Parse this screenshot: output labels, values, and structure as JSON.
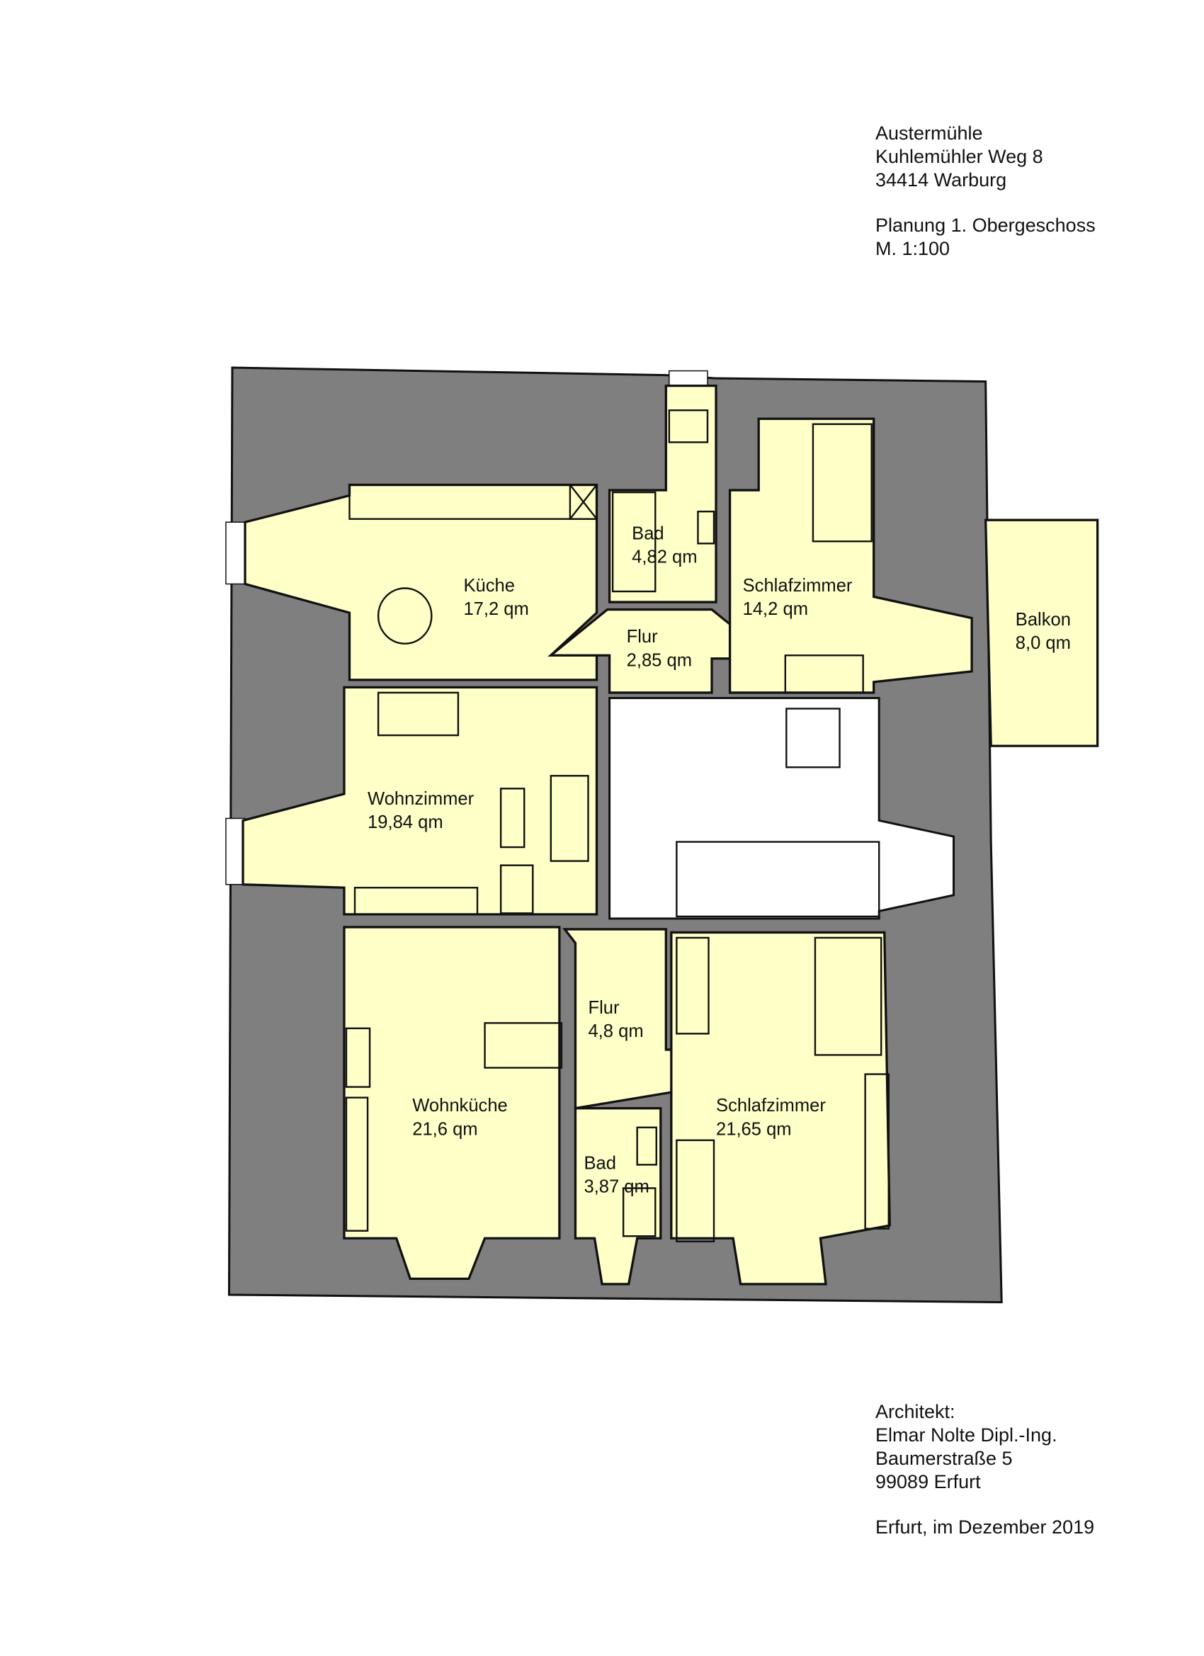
{
  "header": {
    "project_name": "Austermühle",
    "street": "Kuhlemühler Weg 8",
    "city": "34414 Warburg",
    "plan_title": "Planung 1. Obergeschoss",
    "scale": "M. 1:100"
  },
  "rooms": {
    "kueche": {
      "name": "Küche",
      "area": "17,2 qm"
    },
    "bad_top": {
      "name": "Bad",
      "area": "4,82 qm"
    },
    "flur_top": {
      "name": "Flur",
      "area": "2,85 qm"
    },
    "schlaf_top": {
      "name": "Schlafzimmer",
      "area": "14,2 qm"
    },
    "balkon": {
      "name": "Balkon",
      "area": "8,0 qm"
    },
    "wohnzimmer": {
      "name": "Wohnzimmer",
      "area": "19,84 qm"
    },
    "wohnkueche": {
      "name": "Wohnküche",
      "area": "21,6 qm"
    },
    "flur_bottom": {
      "name": "Flur",
      "area": "4,8 qm"
    },
    "bad_bottom": {
      "name": "Bad",
      "area": "3,87 qm"
    },
    "schlaf_bottom": {
      "name": "Schlafzimmer",
      "area": "21,65 qm"
    }
  },
  "footer": {
    "architect_label": "Architekt:",
    "architect_name": "Elmar Nolte Dipl.-Ing.",
    "architect_street": "Baumerstraße 5",
    "architect_city": "99089 Erfurt",
    "date_line": "Erfurt, im Dezember 2019"
  },
  "colors": {
    "room_fill": "#ffffc8",
    "wall_fill": "#7f7f7f"
  }
}
